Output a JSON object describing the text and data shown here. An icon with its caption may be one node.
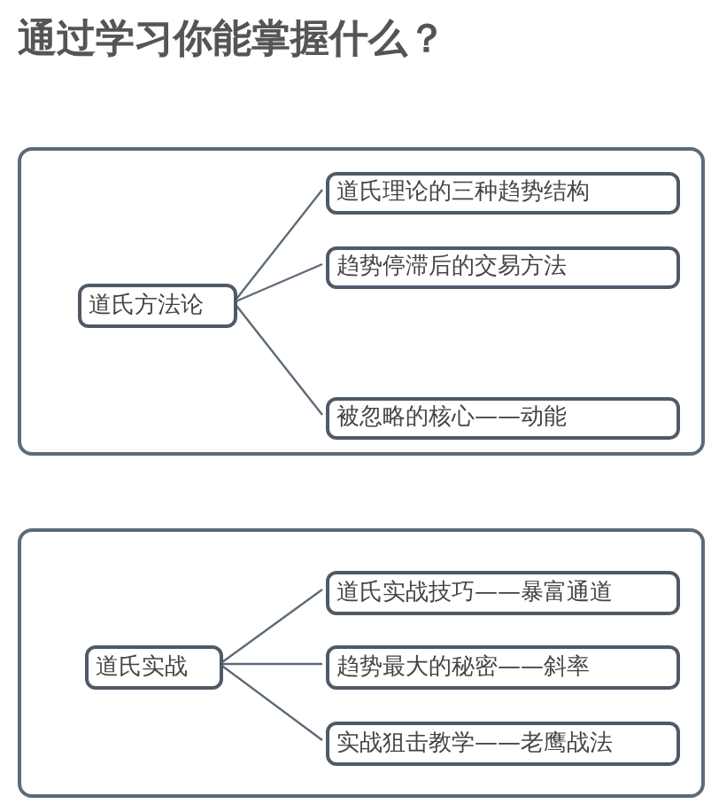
{
  "diagram": {
    "title": "通过学习你能掌握什么？",
    "nodes": [
      {
        "text": [],
        "shape": "box"
      },
      {
        "text": [
          "道氏方法论"
        ],
        "in": 0
      },
      {
        "text": [
          "道氏理论的三种趋势结构"
        ],
        "in": 0
      },
      {
        "text": [
          "趋势停滞后的交易方法"
        ],
        "in": 0
      },
      {
        "text": [
          "被忽略的核心——动能"
        ],
        "in": 0
      },
      {
        "text": [],
        "shape": "box"
      },
      {
        "text": [
          "道氏实战"
        ],
        "in": 5
      },
      {
        "text": [
          "道氏实战技巧——暴富通道"
        ],
        "in": 5
      },
      {
        "text": [
          "趋势最大的秘密——斜率"
        ],
        "in": 5
      },
      {
        "text": [
          "实战狙击教学——老鹰战法"
        ],
        "in": 5
      }
    ],
    "edges": [
      {
        "from": 1,
        "to": 2,
        "arrow": "none"
      },
      {
        "from": 1,
        "to": 3,
        "arrow": "none"
      },
      {
        "from": 1,
        "to": 4,
        "arrow": "none"
      },
      {
        "from": 6,
        "to": 7,
        "arrow": "none"
      },
      {
        "from": 6,
        "to": 8,
        "arrow": "none"
      },
      {
        "from": 6,
        "to": 9,
        "arrow": "none"
      }
    ]
  }
}
